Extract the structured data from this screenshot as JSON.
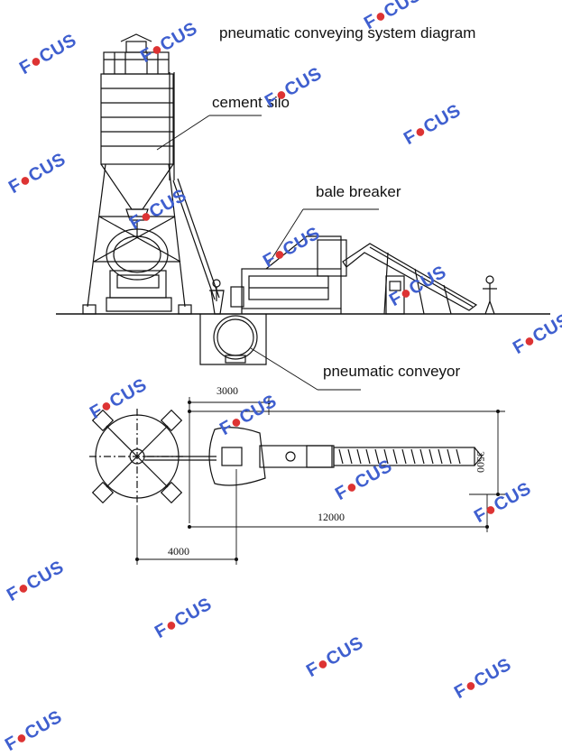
{
  "title": "pneumatic conveying system diagram",
  "labels": {
    "cement_silo": "cement silo",
    "bale_breaker": "bale breaker",
    "pneumatic_conveyor": "pneumatic conveyor"
  },
  "dimensions": {
    "top_width": "3000",
    "total_length": "12000",
    "width": "3500",
    "silo_offset": "4000"
  },
  "watermark": {
    "text": "FOCUS",
    "color": "#3f5fcf",
    "accent": "#dd3333"
  }
}
